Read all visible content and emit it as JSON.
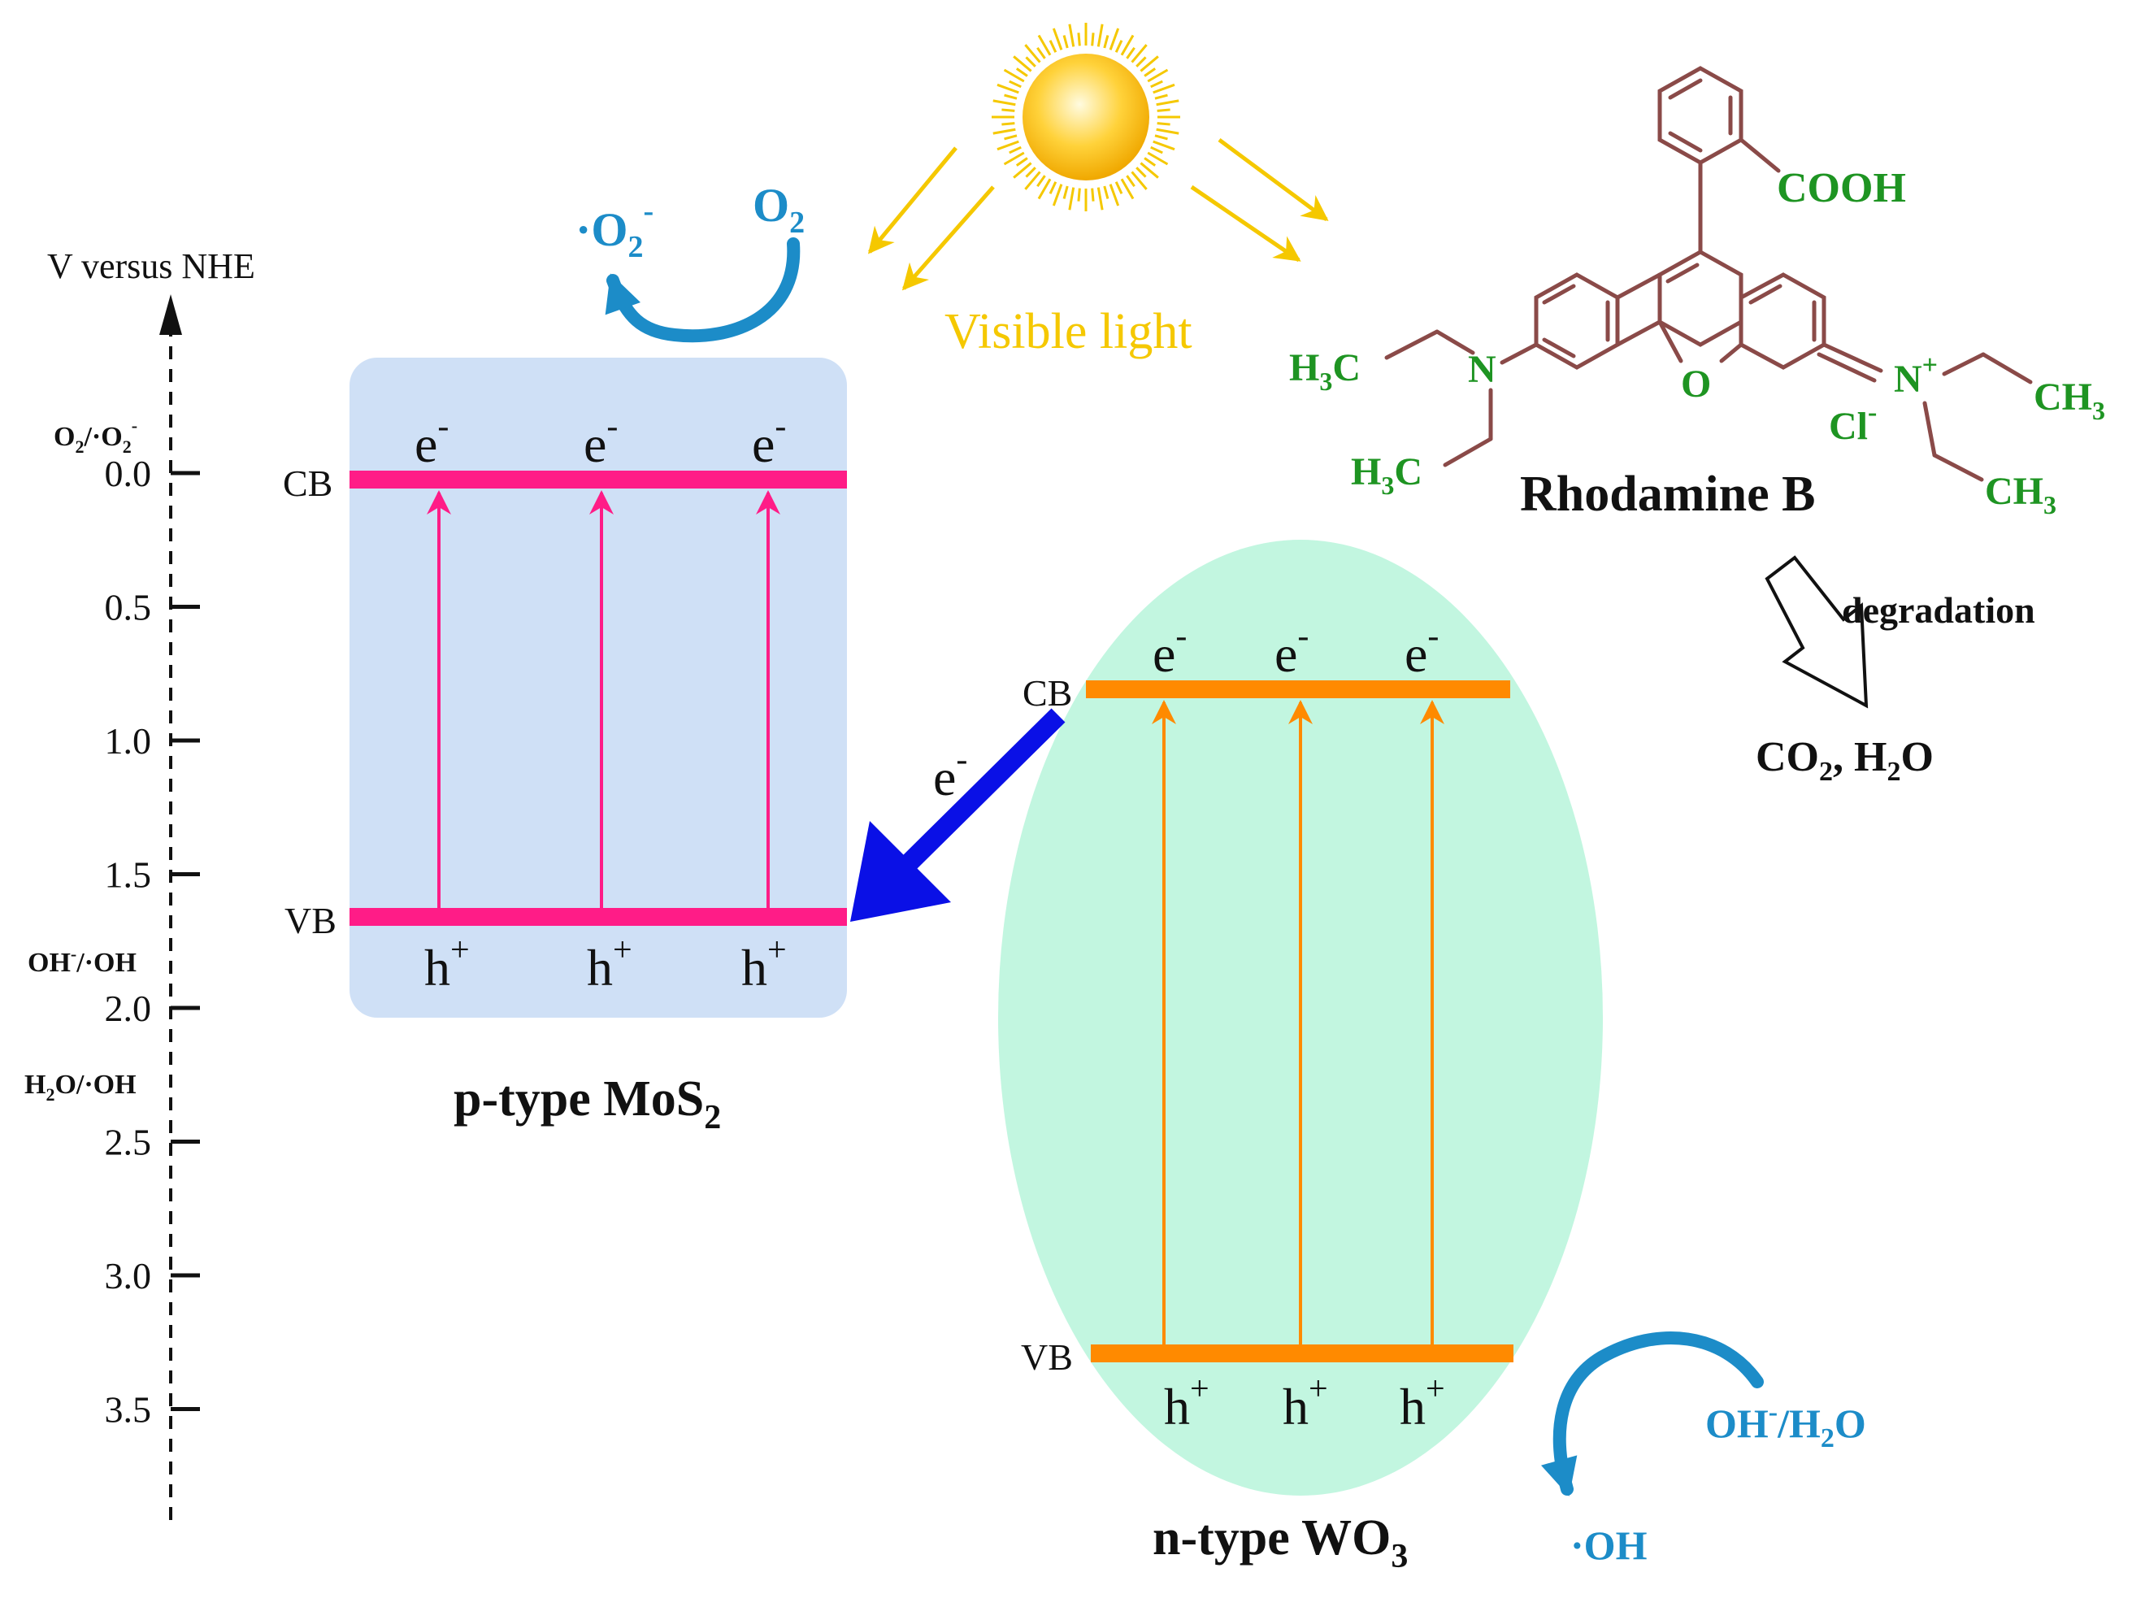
{
  "axis": {
    "title": "V versus NHE",
    "ticks": [
      "0.0",
      "0.5",
      "1.0",
      "1.5",
      "2.0",
      "2.5",
      "3.0",
      "3.5"
    ],
    "redox_o2": {
      "a": "O",
      "a_sub": "2",
      "b": "/·O",
      "b_sub": "2",
      "b_sup": "-"
    },
    "redox_oh": {
      "a": "OH",
      "a_sup": "-",
      "b": "/·OH"
    },
    "redox_h2o": {
      "a": "H",
      "a_sub": "2",
      "b": "O/·OH"
    }
  },
  "mos2": {
    "name_prefix": "p-type MoS",
    "name_sub": "2",
    "cb_label": "CB",
    "vb_label": "VB",
    "electron": "e",
    "electron_sup": "-",
    "hole": "h",
    "hole_sup": "+"
  },
  "wo3": {
    "name_prefix": "n-type WO",
    "name_sub": "3",
    "cb_label": "CB",
    "vb_label": "VB",
    "electron": "e",
    "electron_sup": "-",
    "hole": "h",
    "hole_sup": "+"
  },
  "transfer": {
    "electron": "e",
    "electron_sup": "-"
  },
  "light": {
    "label": "Visible light"
  },
  "superoxide": {
    "o2": "O",
    "o2_sub": "2",
    "radical": "·O",
    "radical_sub": "2",
    "radical_sup": "-"
  },
  "hydroxyl": {
    "reactant": "OH",
    "reactant_sup": "-",
    "reactant_rest": "/H",
    "reactant_sub": "2",
    "reactant_end": "O",
    "product": "·OH"
  },
  "rhodamine": {
    "name": "Rhodamine B",
    "cooh": "COOH",
    "o": "O",
    "n_left": "N",
    "n_right": "N",
    "n_right_sup": "+",
    "cl": "Cl",
    "cl_sup": "-",
    "h3c_top": {
      "h": "H",
      "sub": "3",
      "c": "C"
    },
    "h3c_bottom": {
      "h": "H",
      "sub": "3",
      "c": "C"
    },
    "ch3_top": {
      "ch": "CH",
      "sub": "3"
    },
    "ch3_bottom": {
      "ch": "CH",
      "sub": "3"
    }
  },
  "degradation": {
    "label": "degradation",
    "products": {
      "a": "CO",
      "a_sub": "2",
      "b": ", H",
      "b_sub": "2",
      "c": "O"
    }
  },
  "colors": {
    "mos2_box": "#cfe0f6",
    "wo3_ellipse": "#c2f6e0",
    "mos2_band": "#ff1c87",
    "wo3_band": "#ff8a00",
    "transfer_arrow": "#0a10e6",
    "cycle_arrow": "#1c8cc8",
    "light": "#f5c800",
    "rhodamine_bonds": "#8a4a48",
    "rhodamine_groups": "#1e9422"
  }
}
